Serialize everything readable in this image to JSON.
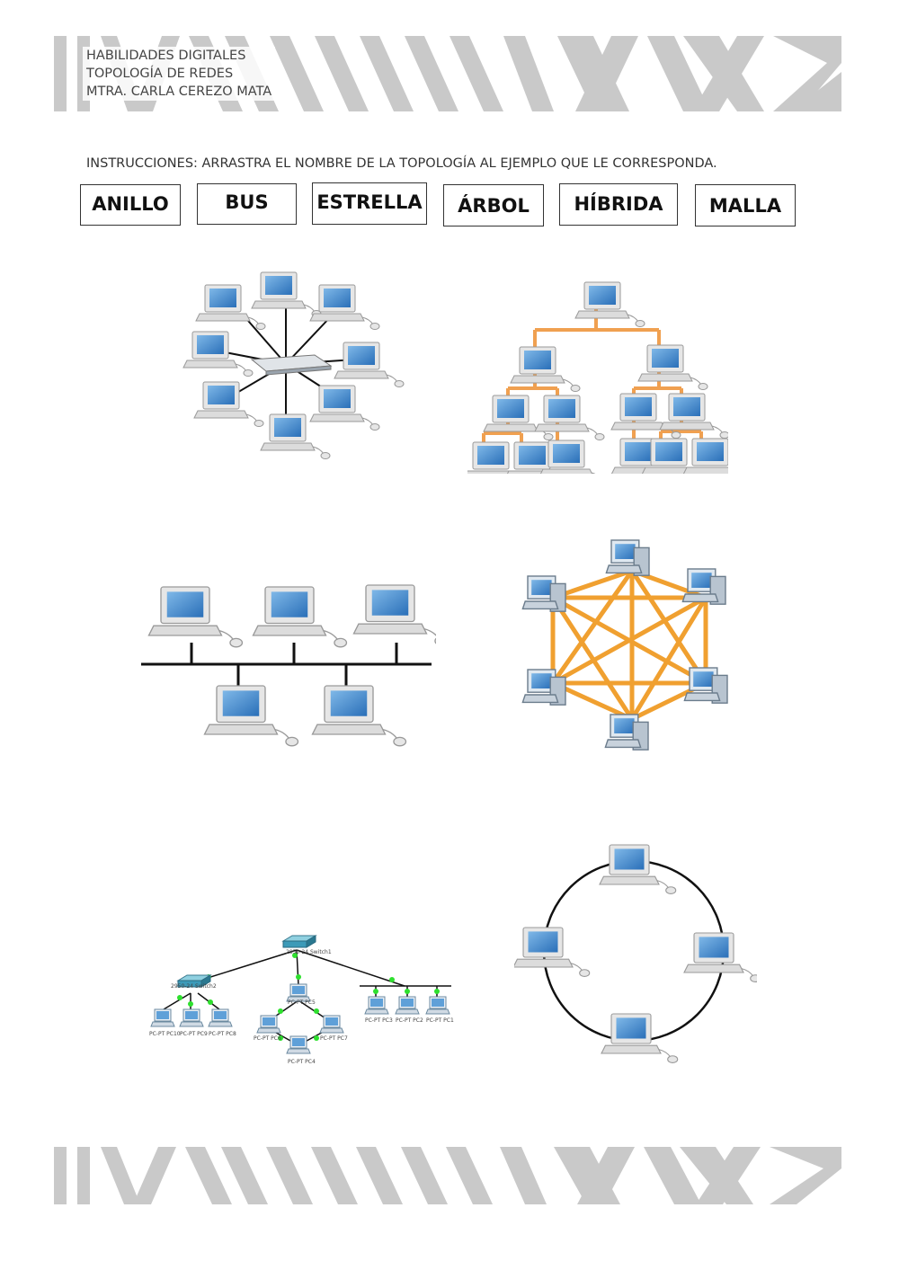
{
  "header": {
    "subject": "HABILIDADES DIGITALES",
    "topic": "TOPOLOGÍA DE REDES",
    "teacher": "MTRA. CARLA CEREZO MATA"
  },
  "instructions": "INSTRUCCIONES: ARRASTRA EL NOMBRE DE LA TOPOLOGÍA AL EJEMPLO QUE LE CORRESPONDA.",
  "word_bank": [
    "ANILLO",
    "BUS",
    "ESTRELLA",
    "ÁRBOL",
    "HÍBRIDA",
    "MALLA"
  ],
  "hybrid_diagram": {
    "switch_labels": [
      "2950-24 Switch1",
      "2950-24 Switch2"
    ],
    "pc_labels": [
      "PC-PT PC10",
      "PC-PT PC9",
      "PC-PT PC8",
      "PC-PT PC6",
      "PC-PT PC5",
      "PC-PT PC4",
      "PC-PT PC7",
      "PC-PT PC3",
      "PC-PT PC2",
      "PC-PT PC1"
    ]
  },
  "colors": {
    "banner_stripe": "#c9c9c9",
    "tree_link": "#f0a050",
    "mesh_link": "#f0a030",
    "screen": "#4a90d0"
  }
}
